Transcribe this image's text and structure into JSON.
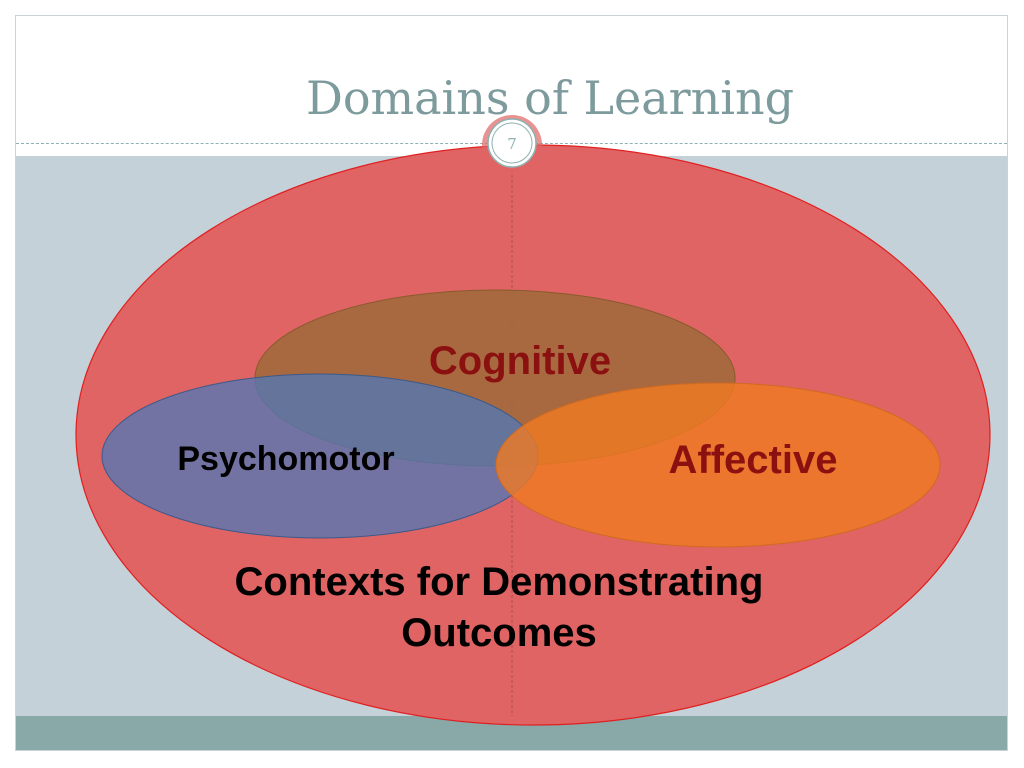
{
  "slide": {
    "title": "Domains of Learning",
    "page_number": "7"
  },
  "diagram": {
    "outer_label_line1": "Contexts for Demonstrating",
    "outer_label_line2": "Outcomes",
    "domains": [
      {
        "id": "cognitive",
        "label": "Cognitive",
        "fill": "#a06a3c",
        "label_color": "#8b1010"
      },
      {
        "id": "psychomotor",
        "label": "Psychomotor",
        "fill": "#5c80b8",
        "label_color": "#000000"
      },
      {
        "id": "affective",
        "label": "Affective",
        "fill": "#ee7a2c",
        "label_color": "#8b1010"
      }
    ],
    "outer_fill": "#e06464"
  },
  "colors": {
    "background_band": "#c5d1d8",
    "footer_band": "#89a9a9",
    "title_color": "#7d9a9c"
  }
}
